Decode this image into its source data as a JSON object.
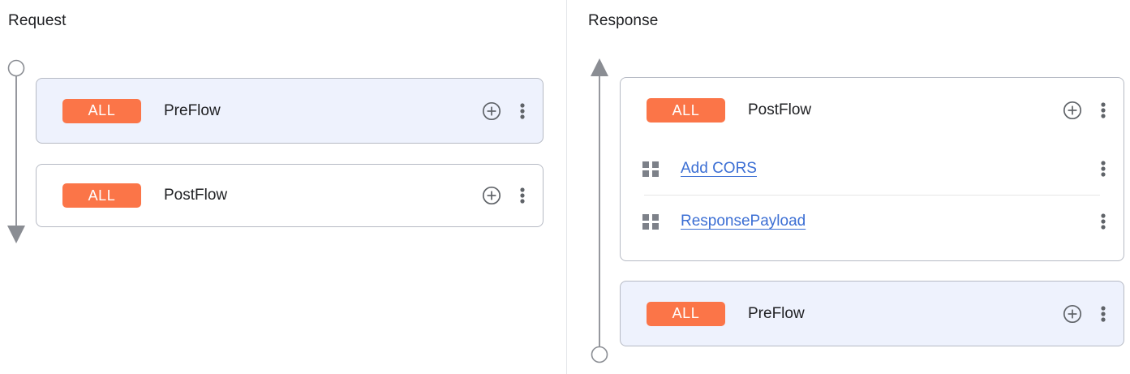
{
  "panels": {
    "request": {
      "title": "Request",
      "connector": {
        "start_marker": "circle-outline",
        "end_marker": "arrow-down",
        "direction": "down"
      },
      "cards": [
        {
          "selected": true,
          "badge": "ALL",
          "name": "PreFlow",
          "add_icon": "plus-circle-icon",
          "menu_icon": "more-vert-icon",
          "policies": []
        },
        {
          "selected": false,
          "badge": "ALL",
          "name": "PostFlow",
          "add_icon": "plus-circle-icon",
          "menu_icon": "more-vert-icon",
          "policies": []
        }
      ]
    },
    "response": {
      "title": "Response",
      "connector": {
        "start_marker": "arrow-up",
        "end_marker": "circle-outline",
        "direction": "up"
      },
      "cards": [
        {
          "selected": false,
          "badge": "ALL",
          "name": "PostFlow",
          "add_icon": "plus-circle-icon",
          "menu_icon": "more-vert-icon",
          "policies": [
            {
              "grip_icon": "drag-grid-icon",
              "label": "Add CORS",
              "menu_icon": "more-vert-icon"
            },
            {
              "grip_icon": "drag-grid-icon",
              "label": "ResponsePayload",
              "menu_icon": "more-vert-icon"
            }
          ]
        },
        {
          "selected": true,
          "badge": "ALL",
          "name": "PreFlow",
          "add_icon": "plus-circle-icon",
          "menu_icon": "more-vert-icon",
          "policies": []
        }
      ]
    }
  },
  "colors": {
    "badge_background": "#fb7548",
    "badge_text": "#ffffff",
    "selected_card_background": "#eef2fd",
    "card_border": "#b6bac4",
    "link": "#3c6fd4",
    "icon_gray": "#5f6368",
    "connector": "#8a8d93",
    "divider": "#e4e6ea",
    "text": "#202124"
  }
}
